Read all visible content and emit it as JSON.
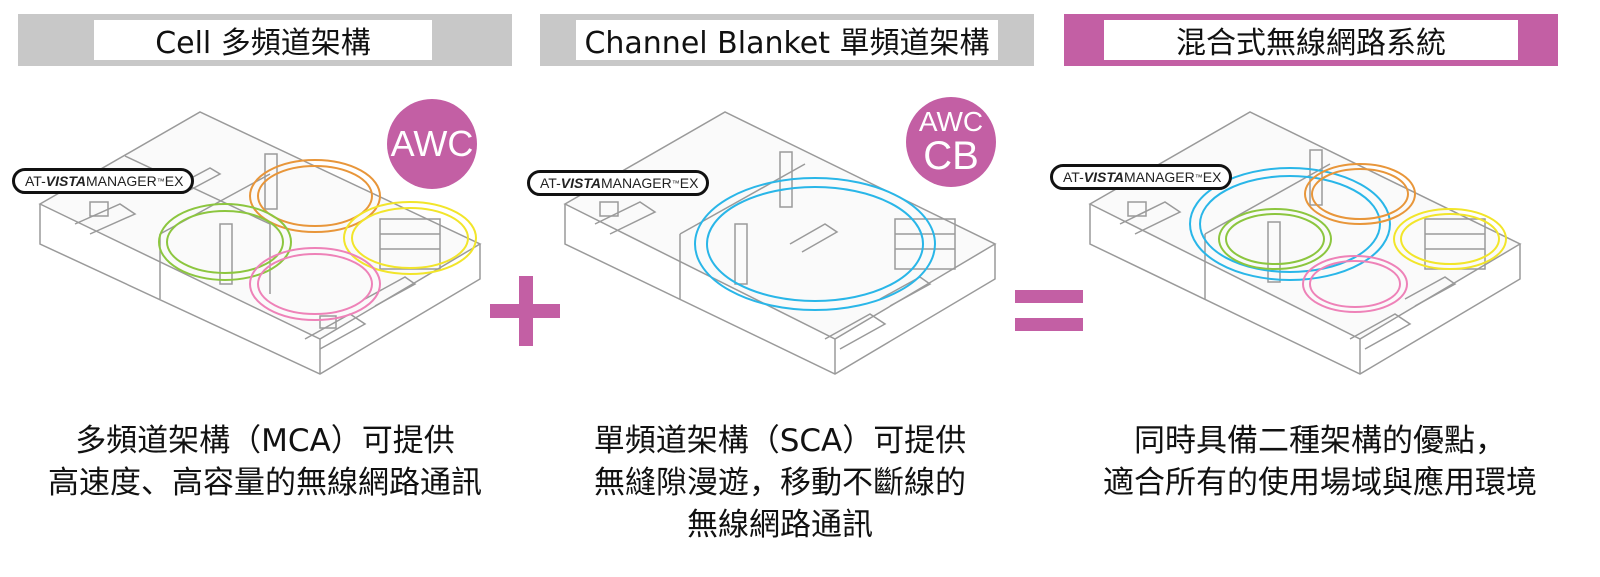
{
  "colors": {
    "header_gray": "#c8c8c8",
    "header_accent": "#c35fa4",
    "badge": "#c35fa4",
    "operator": "#c35fa4",
    "cell_orange": "#e8963a",
    "cell_green": "#8cc63f",
    "cell_yellow": "#f2e52a",
    "cell_pink": "#ee82b8",
    "blanket_blue": "#29b6e8",
    "line": "#9a9a9a"
  },
  "headers": {
    "cell": "Cell 多頻道架構",
    "blanket": "Channel Blanket 單頻道架構",
    "hybrid": "混合式無線網路系統"
  },
  "badges": {
    "cell": "AWC",
    "blanket_line1": "AWC",
    "blanket_line2": "CB"
  },
  "vista_label": {
    "prefix": "AT-",
    "brand": "VISTA",
    "suffix": " MANAGER",
    "tm": "™",
    "ex": " EX"
  },
  "operators": {
    "plus": "plus-sign",
    "equals": "equals-sign"
  },
  "captions": {
    "cell": [
      "多頻道架構（MCA）可提供",
      "高速度、高容量的無線網路通訊"
    ],
    "blanket": [
      "單頻道架構（SCA）可提供",
      "無縫隙漫遊，移動不斷線的",
      "無線網路通訊"
    ],
    "hybrid": [
      "同時具備二種架構的優點，",
      "適合所有的使用場域與應用環境"
    ]
  }
}
